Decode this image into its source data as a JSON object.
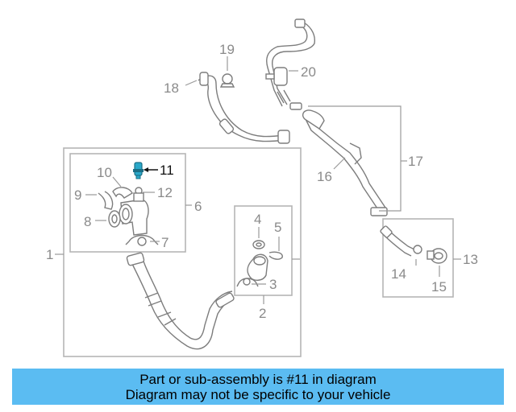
{
  "callouts": {
    "c1": "1",
    "c2": "2",
    "c3": "3",
    "c4": "4",
    "c5": "5",
    "c6": "6",
    "c7": "7",
    "c8": "8",
    "c9": "9",
    "c10": "10",
    "c11": "11",
    "c12": "12",
    "c13": "13",
    "c14": "14",
    "c15": "15",
    "c16": "16",
    "c17": "17",
    "c18": "18",
    "c19": "19",
    "c20": "20"
  },
  "highlight": {
    "part_number": "11",
    "color": "#2aa8c9"
  },
  "banner": {
    "line1": "Part or sub-assembly is #11 in diagram",
    "line2": "Diagram may not be specific to your vehicle",
    "background": "#5bbcf2"
  }
}
